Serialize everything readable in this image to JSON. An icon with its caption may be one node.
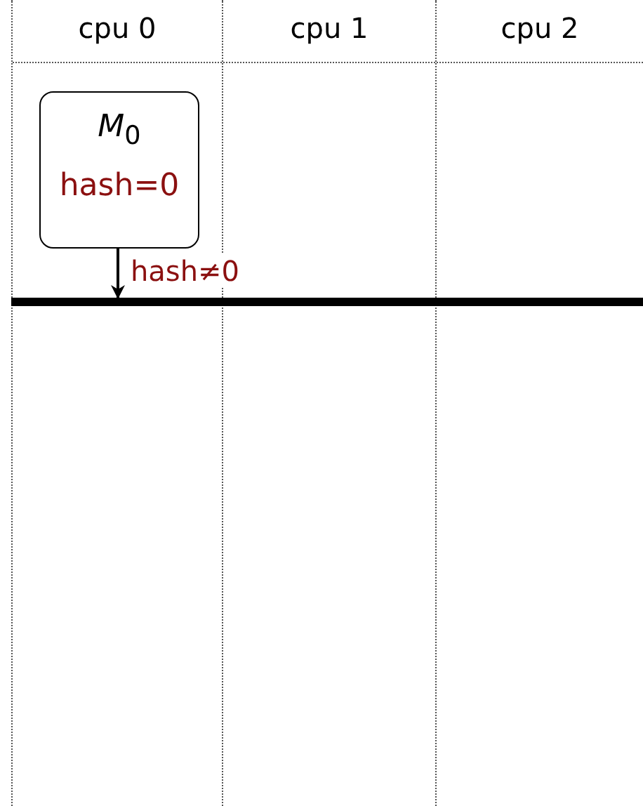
{
  "diagram": {
    "nodes": [
      {
        "text": [
          "cpu 0"
        ]
      },
      {
        "text": [
          "cpu 1"
        ]
      },
      {
        "text": [
          "cpu 2"
        ]
      },
      {
        "text": [
          "*M*$_{0}$",
          "hash=0"
        ],
        "in": 0
      },
      {
        "text": [],
        "shape": "bar"
      }
    ],
    "edges": [
      {
        "from": 3,
        "to": 4,
        "arrow": "to",
        "label": "hash≠0"
      }
    ]
  }
}
